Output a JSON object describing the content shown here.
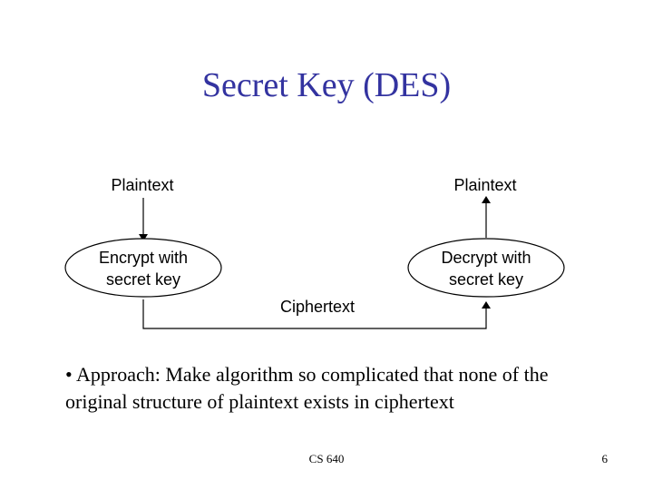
{
  "title": "Secret Key (DES)",
  "diagram": {
    "left_top_label": "Plaintext",
    "right_top_label": "Plaintext",
    "encrypt_line1": "Encrypt with",
    "encrypt_line2": "secret key",
    "decrypt_line1": "Decrypt with",
    "decrypt_line2": "secret key",
    "bottom_label": "Ciphertext"
  },
  "bullet": {
    "marker": "•",
    "text": "Approach:  Make algorithm so complicated that none of the original structure of plaintext exists in ciphertext"
  },
  "footer": {
    "course": "CS 640",
    "page": "6"
  }
}
